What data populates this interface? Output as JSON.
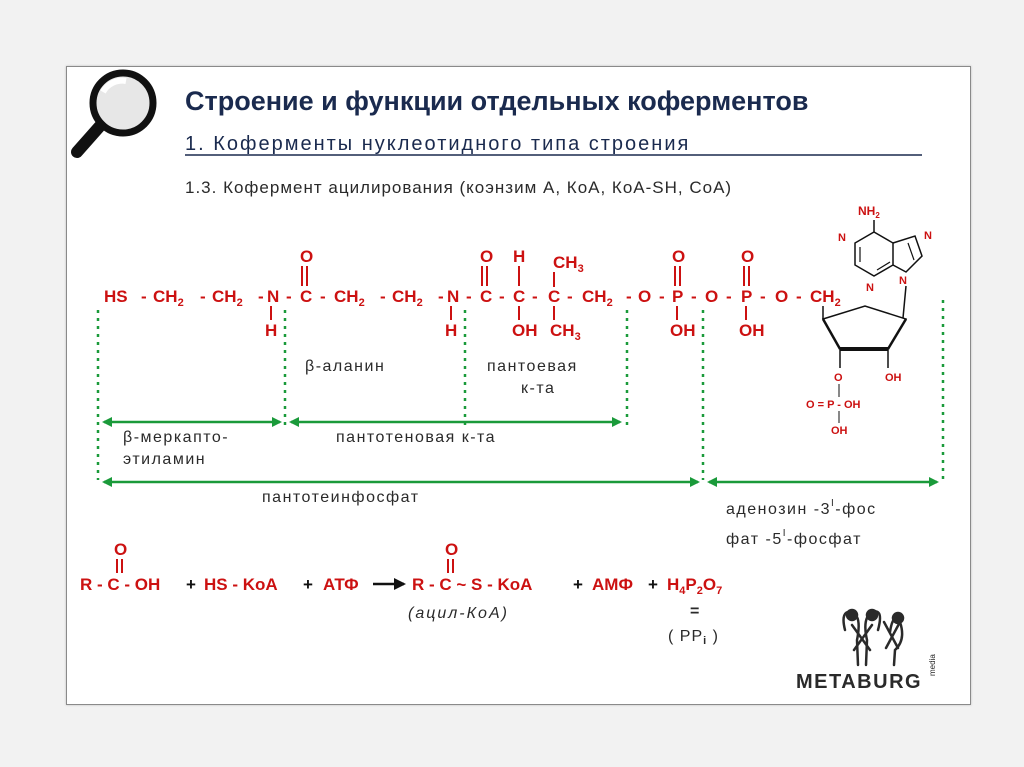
{
  "header": {
    "title": "Строение и функции отдельных коферментов",
    "subtitle": "1. Коферменты нуклеотидного типа строения",
    "section": "1.3. Кофермент ацилирования (коэнзим А, КоА, КоА-SH, СоА)"
  },
  "formula": {
    "main_chain": [
      "HS",
      "-",
      "CH2",
      "-",
      "CH2",
      "-",
      "N",
      "-",
      "C",
      "-",
      "CH2",
      "-",
      "CH2",
      "-",
      "N",
      "-",
      "C",
      "-",
      "C",
      "-",
      "C",
      "-",
      "CH2",
      "-",
      "O",
      "-",
      "P",
      "-",
      "O",
      "-",
      "P",
      "-",
      "O",
      "-",
      "CH2"
    ],
    "substituents": {
      "O": "O",
      "H": "H",
      "OH": "OH",
      "CH3": "CH3",
      "NH2": "NH2",
      "N": "N",
      "phosphate": [
        "O",
        "O = P - OH",
        "OH"
      ]
    }
  },
  "fragments": {
    "b_alanine": "β-аланин",
    "pantoic_acid_1": "пантоевая",
    "pantoic_acid_2": "к-та",
    "mercapto_1": "β-меркапто-",
    "mercapto_2": "этиламин",
    "pantothenic_acid": "пантотеновая к-та",
    "pantetheine_phosphate": "пантотеинфосфат",
    "adenosine_1": "аденозин -3",
    "adenosine_1b": "-фос",
    "adenosine_2": "фат -5",
    "adenosine_2b": "-фосфат",
    "prime": "I"
  },
  "reaction": {
    "carbonyl": "O",
    "left": "R - C - OH",
    "plus1": "+",
    "hs_koa": "HS - KoA",
    "plus2": "+",
    "atp": "АТФ",
    "product": "R - C ~ S - KoA",
    "plus3": "+",
    "amp": "АМФ",
    "plus4": "+",
    "pyrophosphate": "H4P2O7",
    "acyl_koa": "(ацил-КоА)",
    "equals": "=",
    "ppi": "( PPi )"
  },
  "logo": {
    "brand": "METABURG",
    "tag": "media"
  },
  "colors": {
    "red": "#cc1111",
    "green": "#1a9a3a",
    "navy": "#1a2a4e",
    "text": "#2a2a2a"
  }
}
